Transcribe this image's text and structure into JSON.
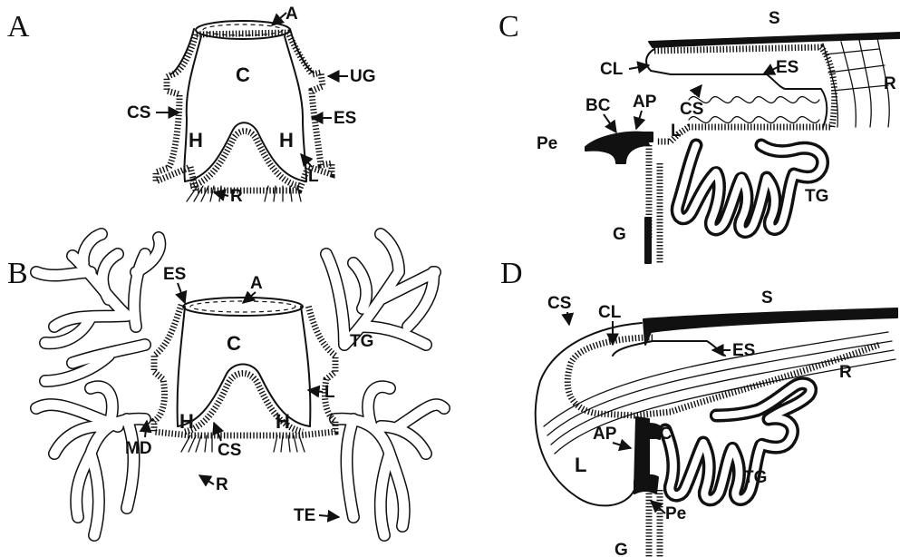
{
  "panels": {
    "A": {
      "letter": "A",
      "labels": {
        "A": "A",
        "C": "C",
        "UG": "UG",
        "CS": "CS",
        "ES": "ES",
        "H_left": "H",
        "H_right": "H",
        "R": "R",
        "L": "L"
      }
    },
    "B": {
      "letter": "B",
      "labels": {
        "ES": "ES",
        "A": "A",
        "C": "C",
        "TG": "TG",
        "L": "L",
        "MD": "MD",
        "H_left": "H",
        "H_right": "H",
        "CS": "CS",
        "R": "R",
        "TE": "TE"
      }
    },
    "C": {
      "letter": "C",
      "labels": {
        "S": "S",
        "CL": "CL",
        "ES": "ES",
        "R": "R",
        "BC": "BC",
        "AP": "AP",
        "CS": "CS",
        "Pe": "Pe",
        "L": "L",
        "TG": "TG",
        "G": "G"
      }
    },
    "D": {
      "letter": "D",
      "labels": {
        "CS": "CS",
        "CL": "CL",
        "S": "S",
        "ES": "ES",
        "R": "R",
        "AP": "AP",
        "BC": "BC",
        "L": "L",
        "TG": "TG",
        "Pe": "Pe",
        "G": "G"
      }
    }
  }
}
